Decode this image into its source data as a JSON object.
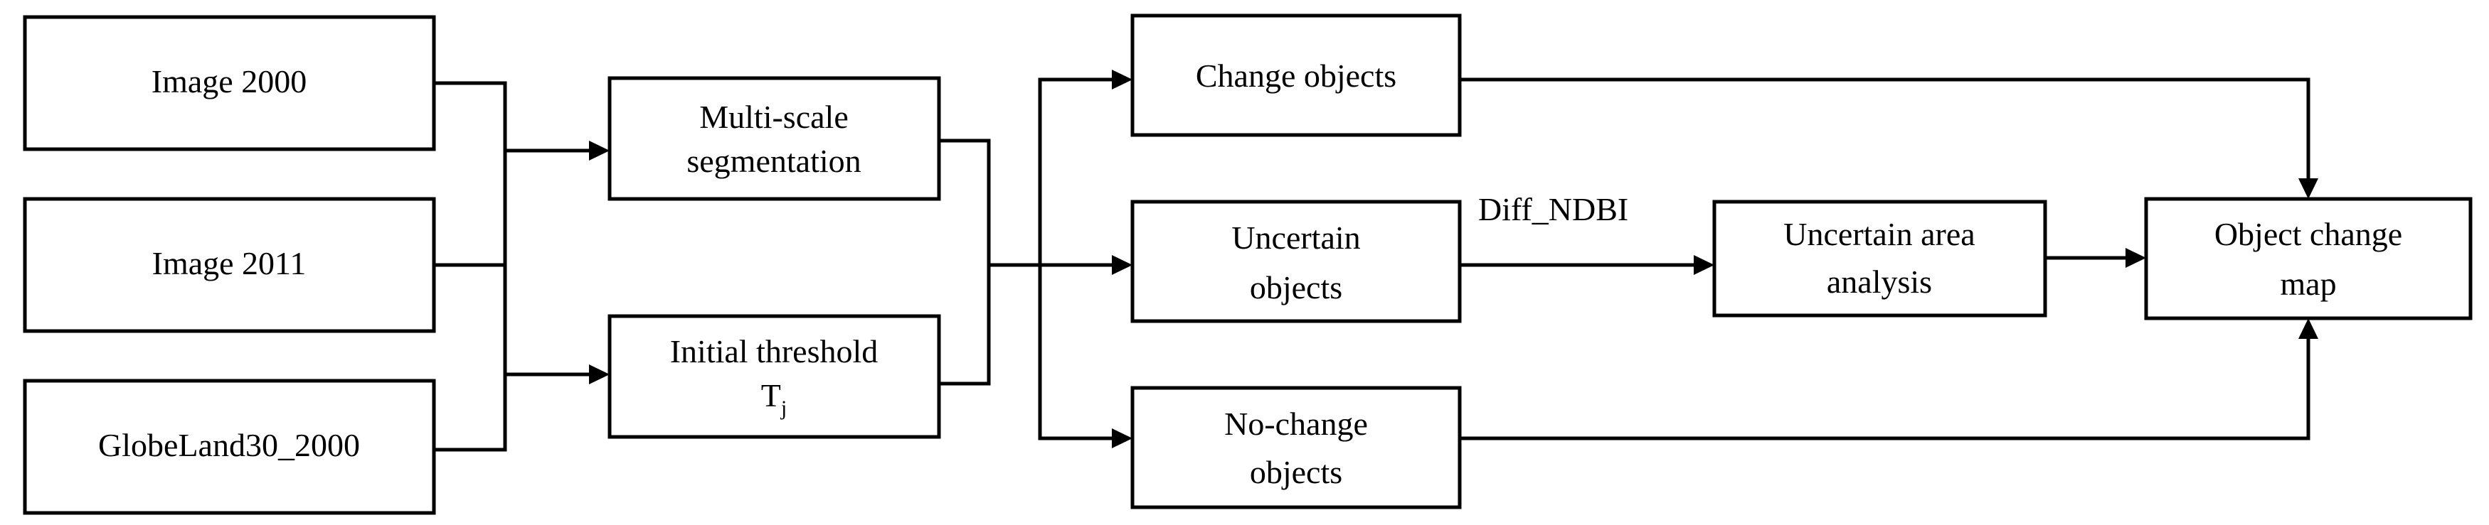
{
  "nodes": {
    "image2000": "Image 2000",
    "image2011": "Image 2011",
    "globeland": "GlobeLand30_2000",
    "segmentation": [
      "Multi-scale",
      "segmentation"
    ],
    "threshold": [
      "Initial threshold",
      "T",
      "j"
    ],
    "change": "Change objects",
    "uncertain": [
      "Uncertain",
      "objects"
    ],
    "nochange": [
      "No-change",
      "objects"
    ],
    "analysis": [
      "Uncertain area",
      "analysis"
    ],
    "map": [
      "Object change",
      "map"
    ]
  },
  "edge_labels": {
    "diff_ndbi": "Diff_NDBI"
  }
}
